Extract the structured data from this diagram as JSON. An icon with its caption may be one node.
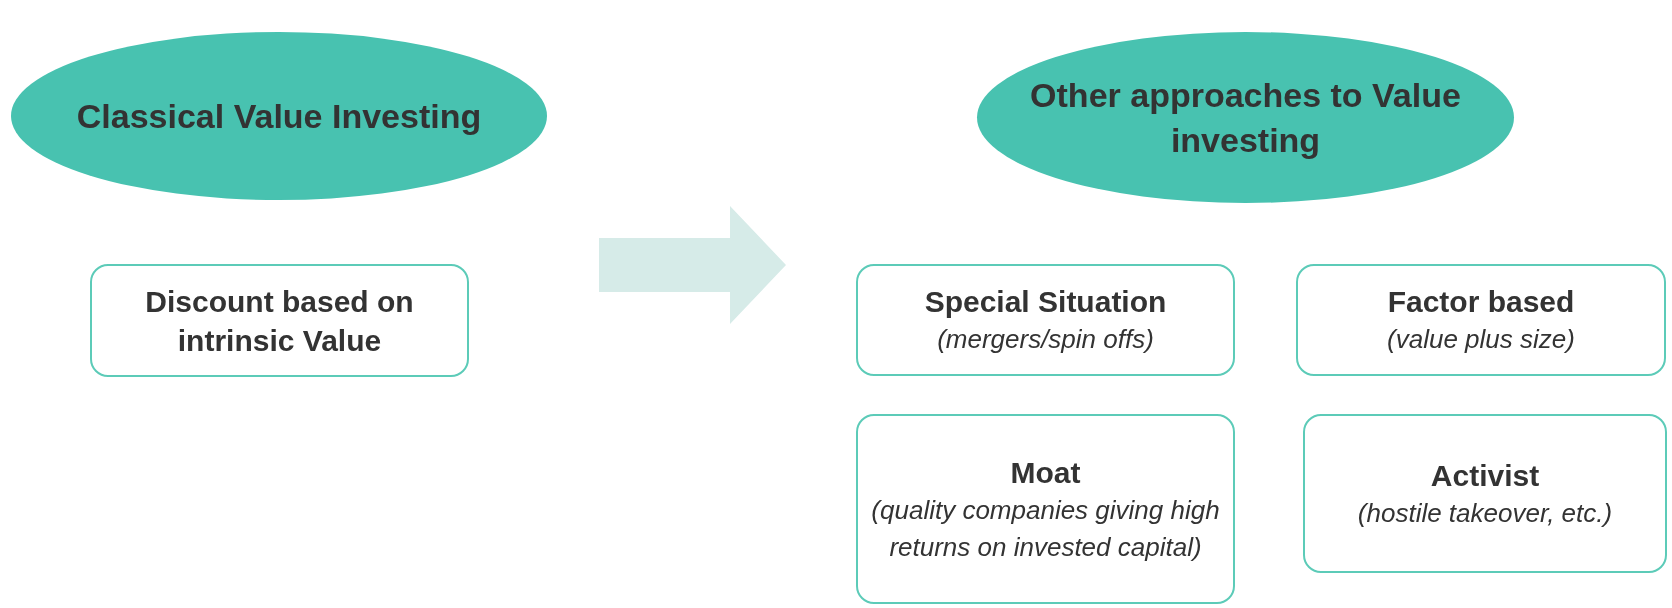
{
  "diagram": {
    "nodes": [
      {
        "text": [
          "Classical Value Investing"
        ]
      },
      {
        "text": [
          "Discount based on intrinsic Value"
        ]
      },
      {
        "text": [
          "Other approaches to Value investing"
        ]
      },
      {
        "text": [
          "Special Situation",
          "(mergers/spin offs)"
        ]
      },
      {
        "text": [
          "Factor based",
          "(value plus size)"
        ]
      },
      {
        "text": [
          "Moat",
          "(quality companies giving high returns on invested capital)"
        ]
      },
      {
        "text": [
          "Activist",
          "(hostile takeover, etc.)"
        ]
      }
    ],
    "edges": [
      {
        "from": 1,
        "to": 3,
        "arrow": "to",
        "style": "thick"
      }
    ]
  }
}
